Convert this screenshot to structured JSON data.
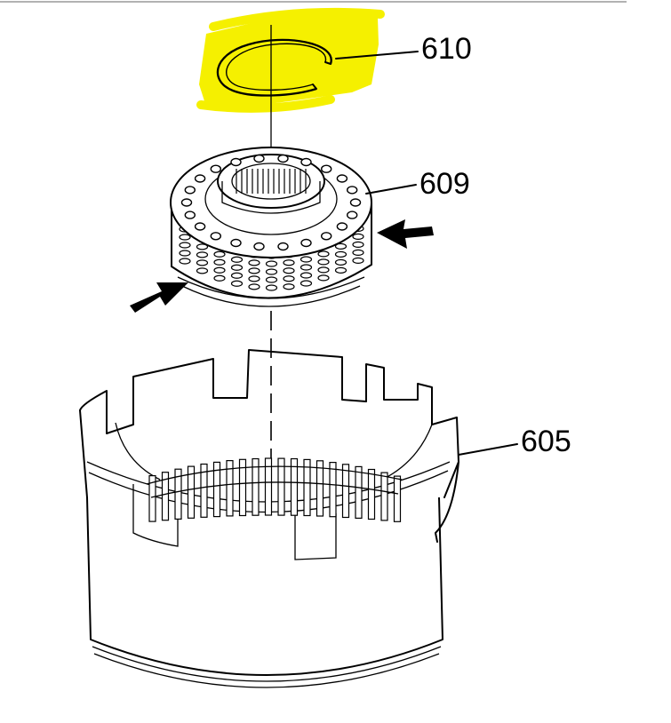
{
  "callouts": [
    {
      "id": "snap-ring",
      "text": "610"
    },
    {
      "id": "spring-assembly",
      "text": "609"
    },
    {
      "id": "housing",
      "text": "605"
    }
  ],
  "colors": {
    "highlight": "#f5f000",
    "line": "#000000",
    "background": "#ffffff"
  }
}
